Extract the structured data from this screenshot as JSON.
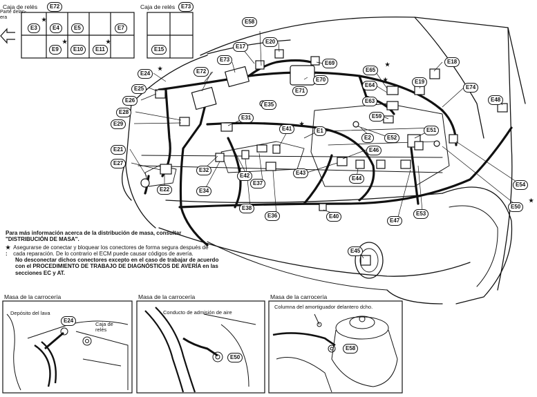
{
  "relay_boxes": {
    "box1_title": "Caja de relés",
    "box1_code": "E72",
    "box2_title": "Caja de relés",
    "box2_code": "E73",
    "box1_cells": [
      "E3",
      "E4",
      "E5",
      "E7",
      "E9",
      "E10",
      "E11"
    ],
    "box2_cells": [
      "E15"
    ],
    "front_label": "Parte delan-\nera"
  },
  "connectors": {
    "E1": "E1",
    "E2": "E2",
    "E17": "E17",
    "E18": "E18",
    "E19": "E19",
    "E20": "E20",
    "E21": "E21",
    "E22": "E22",
    "E24": "E24",
    "E25": "E25",
    "E26": "E26",
    "E27": "E27",
    "E28": "E28",
    "E29": "E29",
    "E31": "E31",
    "E32": "E32",
    "E34": "E34",
    "E35": "E35",
    "E36": "E36",
    "E37": "E37",
    "E38": "E38",
    "E40": "E40",
    "E41": "E41",
    "E42": "E42",
    "E43": "E43",
    "E44": "E44",
    "E45": "E45",
    "E46": "E46",
    "E47": "E47",
    "E48": "E48",
    "E50": "E50",
    "E51": "E51",
    "E52": "E52",
    "E53": "E53",
    "E54": "E54",
    "E58": "E58",
    "E59": "E59",
    "E63": "E63",
    "E64": "E64",
    "E65": "E65",
    "E69": "E69",
    "E70": "E70",
    "E71": "E71",
    "E72": "E72",
    "E73": "E73",
    "E74": "E74"
  },
  "notes": {
    "line1": "Para más información acerca de la distribución de masa, consultar \"DISTRIBUCIÓN DE MASA\".",
    "star": "★ :",
    "line2": "Asegurarse de conectar y bloquear los conectores de forma segura después de cada reparación. De lo contrario el ECM puede causar códigos de avería.",
    "line3": "No desconectar dichos conectores excepto en el caso de trabajar de acuerdo con el PROCEDIMIENTO DE TRABAJO DE DIAGNÓSTICOS DE AVERÍA en las secciones EC y AT."
  },
  "insets": [
    {
      "title": "Masa de la carrocería",
      "label_a": "Depósito del lava",
      "label_b": "Caja de relés",
      "code": "E24"
    },
    {
      "title": "Masa de la carrocería",
      "label_a": "Conducto de admisión de aire",
      "code": "E50"
    },
    {
      "title": "Masa de la carrocería",
      "label_a": "Columna del amortiguador delantero dcho.",
      "code": "E58"
    }
  ]
}
